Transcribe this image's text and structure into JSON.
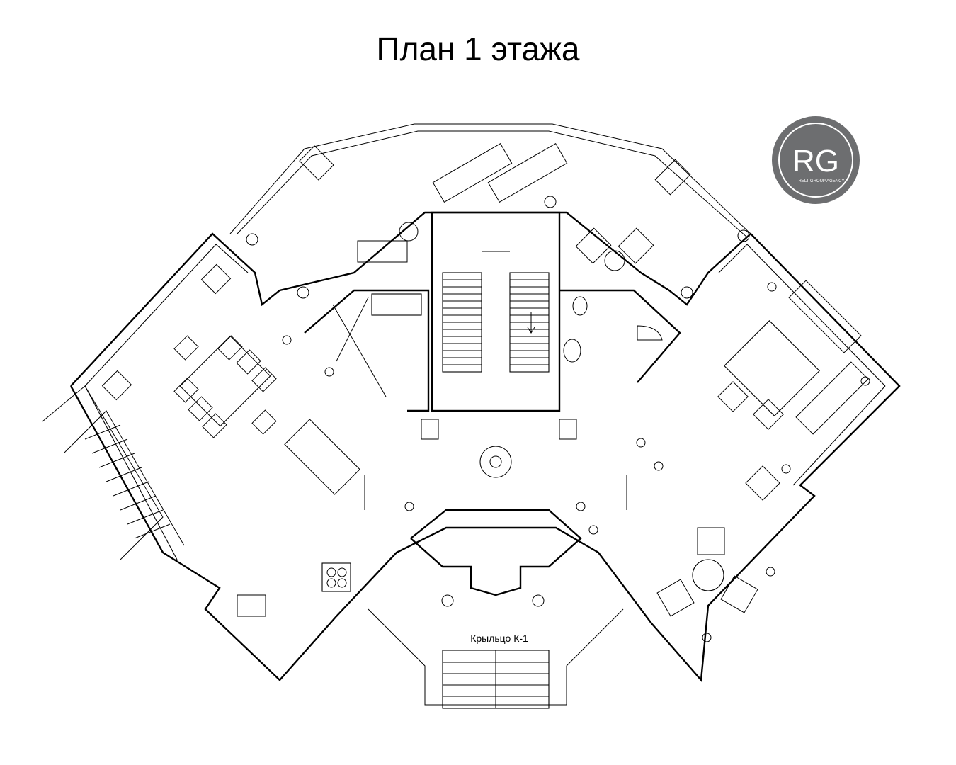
{
  "title": "План 1 этажа",
  "labels": {
    "porch": "Крыльцо К-1"
  },
  "logo": {
    "text": "RG",
    "subtext": "RELT GROUP AGENCY",
    "color": "#6d6e70"
  }
}
